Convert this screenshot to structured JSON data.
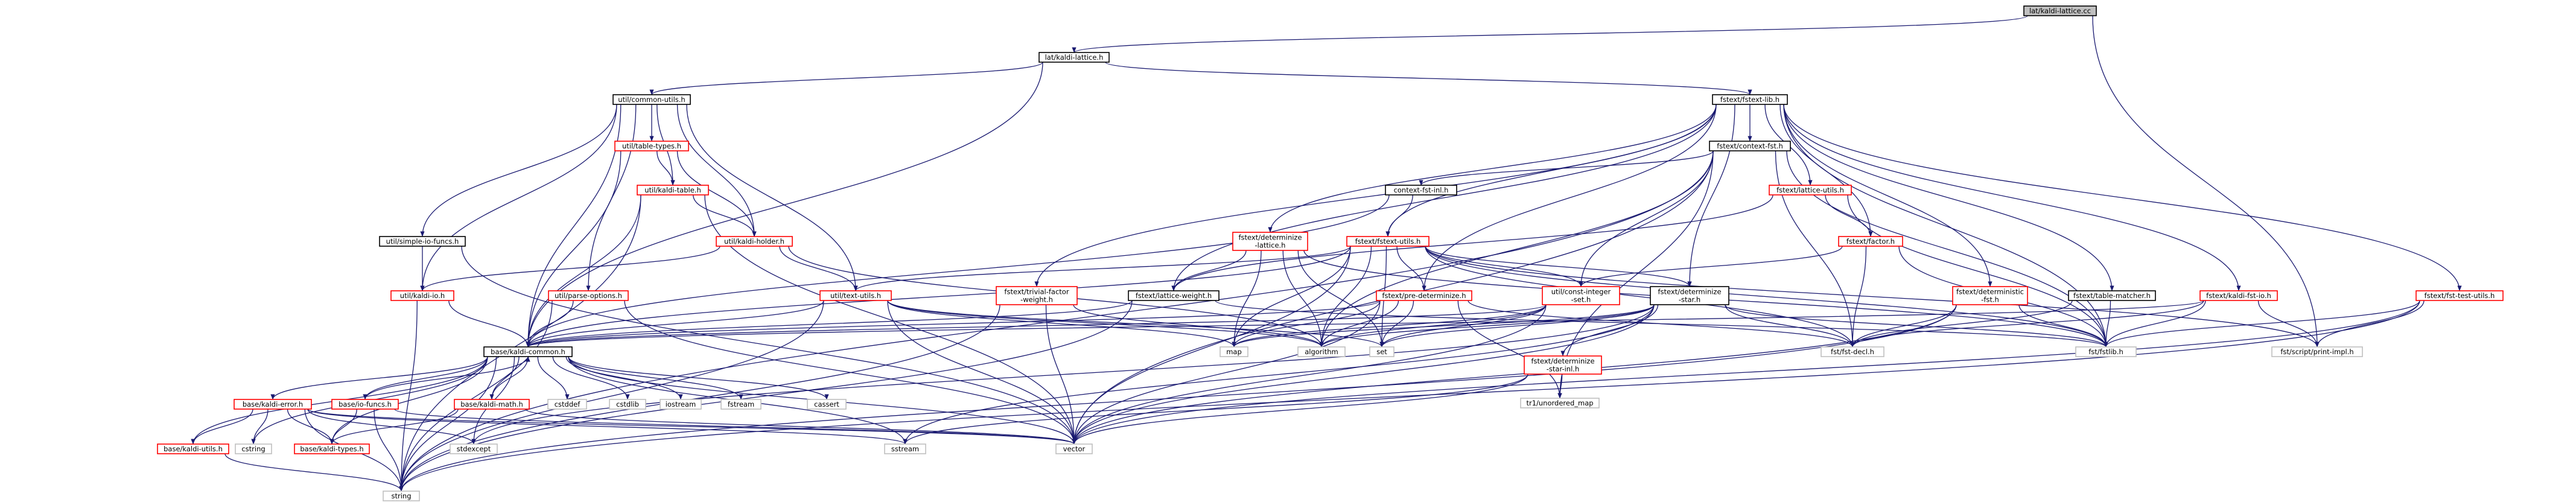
{
  "root_file": "lat/kaldi-lattice.cc",
  "colors": {
    "edge": "#191970",
    "box_default": "#000000",
    "box_linked": "#ff0000",
    "box_external": "#bfbfbf",
    "root_fill": "#bfbfbf",
    "text_default": "#000000",
    "text_external": "#555555"
  },
  "nodes": [
    {
      "id": "root",
      "label": "lat/kaldi-lattice.cc",
      "kind": "root"
    },
    {
      "id": "lat_h",
      "label": "lat/kaldi-lattice.h",
      "kind": "doc"
    },
    {
      "id": "common_utils",
      "label": "util/common-utils.h",
      "kind": "doc"
    },
    {
      "id": "fstext_lib",
      "label": "fstext/fstext-lib.h",
      "kind": "doc"
    },
    {
      "id": "table_types",
      "label": "util/table-types.h",
      "kind": "link"
    },
    {
      "id": "context_fst",
      "label": "fstext/context-fst.h",
      "kind": "doc"
    },
    {
      "id": "kaldi_table",
      "label": "util/kaldi-table.h",
      "kind": "link"
    },
    {
      "id": "context_fst_inl",
      "label": "context-fst-inl.h",
      "kind": "doc"
    },
    {
      "id": "lattice_utils",
      "label": "fstext/lattice-utils.h",
      "kind": "link"
    },
    {
      "id": "simple_io",
      "label": "util/simple-io-funcs.h",
      "kind": "doc"
    },
    {
      "id": "kaldi_holder",
      "label": "util/kaldi-holder.h",
      "kind": "link"
    },
    {
      "id": "determinize_lattice",
      "label": "fstext/determinize\n-lattice.h",
      "kind": "link"
    },
    {
      "id": "fstext_utils",
      "label": "fstext/fstext-utils.h",
      "kind": "link"
    },
    {
      "id": "factor",
      "label": "fstext/factor.h",
      "kind": "link"
    },
    {
      "id": "kaldi_io",
      "label": "util/kaldi-io.h",
      "kind": "link"
    },
    {
      "id": "parse_options",
      "label": "util/parse-options.h",
      "kind": "link"
    },
    {
      "id": "text_utils",
      "label": "util/text-utils.h",
      "kind": "link"
    },
    {
      "id": "trivial_factor",
      "label": "fstext/trivial-factor\n-weight.h",
      "kind": "link"
    },
    {
      "id": "lattice_weight",
      "label": "fstext/lattice-weight.h",
      "kind": "doc"
    },
    {
      "id": "pre_determinize",
      "label": "fstext/pre-determinize.h",
      "kind": "link"
    },
    {
      "id": "const_integer_set",
      "label": "util/const-integer\n-set.h",
      "kind": "link"
    },
    {
      "id": "determinize_star",
      "label": "fstext/determinize\n-star.h",
      "kind": "doc"
    },
    {
      "id": "deterministic_fst",
      "label": "fstext/deterministic\n-fst.h",
      "kind": "link"
    },
    {
      "id": "table_matcher",
      "label": "fstext/table-matcher.h",
      "kind": "doc"
    },
    {
      "id": "kaldi_fst_io",
      "label": "fstext/kaldi-fst-io.h",
      "kind": "link"
    },
    {
      "id": "fst_test_utils",
      "label": "fstext/fst-test-utils.h",
      "kind": "link"
    },
    {
      "id": "kaldi_common",
      "label": "base/kaldi-common.h",
      "kind": "doc"
    },
    {
      "id": "determinize_star_inl",
      "label": "fstext/determinize\n-star-inl.h",
      "kind": "link"
    },
    {
      "id": "map",
      "label": "map",
      "kind": "ext"
    },
    {
      "id": "algorithm",
      "label": "algorithm",
      "kind": "ext"
    },
    {
      "id": "set",
      "label": "set",
      "kind": "ext"
    },
    {
      "id": "fst_decl",
      "label": "fst/fst-decl.h",
      "kind": "ext"
    },
    {
      "id": "fstlib",
      "label": "fst/fstlib.h",
      "kind": "ext"
    },
    {
      "id": "script_print",
      "label": "fst/script/print-impl.h",
      "kind": "ext"
    },
    {
      "id": "kaldi_error",
      "label": "base/kaldi-error.h",
      "kind": "link"
    },
    {
      "id": "io_funcs",
      "label": "base/io-funcs.h",
      "kind": "link"
    },
    {
      "id": "kaldi_math",
      "label": "base/kaldi-math.h",
      "kind": "link"
    },
    {
      "id": "cstddef",
      "label": "cstddef",
      "kind": "ext"
    },
    {
      "id": "cstdlib",
      "label": "cstdlib",
      "kind": "ext"
    },
    {
      "id": "iostream",
      "label": "iostream",
      "kind": "ext"
    },
    {
      "id": "fstream",
      "label": "fstream",
      "kind": "ext"
    },
    {
      "id": "cassert",
      "label": "cassert",
      "kind": "ext"
    },
    {
      "id": "unordered_map",
      "label": "tr1/unordered_map",
      "kind": "ext"
    },
    {
      "id": "kaldi_utils",
      "label": "base/kaldi-utils.h",
      "kind": "link"
    },
    {
      "id": "cstring",
      "label": "cstring",
      "kind": "ext"
    },
    {
      "id": "kaldi_types",
      "label": "base/kaldi-types.h",
      "kind": "link"
    },
    {
      "id": "stdexcept",
      "label": "stdexcept",
      "kind": "ext"
    },
    {
      "id": "sstream",
      "label": "sstream",
      "kind": "ext"
    },
    {
      "id": "vector",
      "label": "vector",
      "kind": "ext"
    },
    {
      "id": "string",
      "label": "string",
      "kind": "ext"
    }
  ],
  "edges": [
    [
      "root",
      "lat_h"
    ],
    [
      "root",
      "script_print"
    ],
    [
      "lat_h",
      "common_utils"
    ],
    [
      "lat_h",
      "fstext_lib"
    ],
    [
      "lat_h",
      "kaldi_common"
    ],
    [
      "common_utils",
      "table_types"
    ],
    [
      "common_utils",
      "kaldi_table"
    ],
    [
      "common_utils",
      "kaldi_holder"
    ],
    [
      "common_utils",
      "simple_io"
    ],
    [
      "common_utils",
      "kaldi_io"
    ],
    [
      "common_utils",
      "parse_options"
    ],
    [
      "common_utils",
      "text_utils"
    ],
    [
      "common_utils",
      "kaldi_common"
    ],
    [
      "table_types",
      "kaldi_table"
    ],
    [
      "table_types",
      "kaldi_holder"
    ],
    [
      "table_types",
      "kaldi_common"
    ],
    [
      "kaldi_table",
      "kaldi_holder"
    ],
    [
      "kaldi_table",
      "kaldi_common"
    ],
    [
      "kaldi_table",
      "string"
    ],
    [
      "kaldi_table",
      "vector"
    ],
    [
      "kaldi_holder",
      "kaldi_io"
    ],
    [
      "kaldi_holder",
      "text_utils"
    ],
    [
      "kaldi_holder",
      "algorithm"
    ],
    [
      "simple_io",
      "kaldi_io"
    ],
    [
      "simple_io",
      "vector"
    ],
    [
      "kaldi_io",
      "kaldi_common"
    ],
    [
      "kaldi_io",
      "string"
    ],
    [
      "parse_options",
      "kaldi_common"
    ],
    [
      "parse_options",
      "vector"
    ],
    [
      "parse_options",
      "string"
    ],
    [
      "text_utils",
      "kaldi_common"
    ],
    [
      "text_utils",
      "algorithm"
    ],
    [
      "text_utils",
      "map"
    ],
    [
      "text_utils",
      "set"
    ],
    [
      "text_utils",
      "string"
    ],
    [
      "text_utils",
      "vector"
    ],
    [
      "fstext_lib",
      "context_fst"
    ],
    [
      "fstext_lib",
      "fstext_utils"
    ],
    [
      "fstext_lib",
      "determinize_lattice"
    ],
    [
      "fstext_lib",
      "lattice_utils"
    ],
    [
      "fstext_lib",
      "factor"
    ],
    [
      "fstext_lib",
      "pre_determinize"
    ],
    [
      "fstext_lib",
      "determinize_star"
    ],
    [
      "fstext_lib",
      "deterministic_fst"
    ],
    [
      "fstext_lib",
      "table_matcher"
    ],
    [
      "fstext_lib",
      "kaldi_fst_io"
    ],
    [
      "fstext_lib",
      "fst_test_utils"
    ],
    [
      "fstext_lib",
      "trivial_factor"
    ],
    [
      "fstext_lib",
      "lattice_weight"
    ],
    [
      "fstext_lib",
      "fstlib"
    ],
    [
      "context_fst",
      "context_fst_inl"
    ],
    [
      "context_fst",
      "const_integer_set"
    ],
    [
      "context_fst",
      "fst_decl"
    ],
    [
      "context_fst",
      "algorithm"
    ],
    [
      "context_fst",
      "string"
    ],
    [
      "context_fst",
      "vector"
    ],
    [
      "context_fst",
      "unordered_map"
    ],
    [
      "context_fst",
      "fstlib"
    ],
    [
      "context_fst_inl",
      "fstext_utils"
    ],
    [
      "context_fst_inl",
      "kaldi_common"
    ],
    [
      "lattice_utils",
      "factor"
    ],
    [
      "lattice_utils",
      "lattice_weight"
    ],
    [
      "lattice_utils",
      "fstlib"
    ],
    [
      "determinize_lattice",
      "lattice_weight"
    ],
    [
      "determinize_lattice",
      "map"
    ],
    [
      "determinize_lattice",
      "set"
    ],
    [
      "determinize_lattice",
      "algorithm"
    ],
    [
      "determinize_lattice",
      "fstlib"
    ],
    [
      "fstext_utils",
      "text_utils"
    ],
    [
      "fstext_utils",
      "kaldi_common"
    ],
    [
      "fstext_utils",
      "map"
    ],
    [
      "fstext_utils",
      "algorithm"
    ],
    [
      "fstext_utils",
      "set"
    ],
    [
      "fstext_utils",
      "vector"
    ],
    [
      "fstext_utils",
      "fst_decl"
    ],
    [
      "fstext_utils",
      "fstlib"
    ],
    [
      "fstext_utils",
      "script_print"
    ],
    [
      "fstext_utils",
      "determinize_star"
    ],
    [
      "fstext_utils",
      "const_integer_set"
    ],
    [
      "fstext_utils",
      "pre_determinize"
    ],
    [
      "factor",
      "const_integer_set"
    ],
    [
      "factor",
      "fst_decl"
    ],
    [
      "factor",
      "fstlib"
    ],
    [
      "trivial_factor",
      "algorithm"
    ],
    [
      "trivial_factor",
      "vector"
    ],
    [
      "trivial_factor",
      "string"
    ],
    [
      "lattice_weight",
      "kaldi_common"
    ],
    [
      "lattice_weight",
      "fstlib"
    ],
    [
      "lattice_weight",
      "string"
    ],
    [
      "pre_determinize",
      "kaldi_common"
    ],
    [
      "pre_determinize",
      "map"
    ],
    [
      "pre_determinize",
      "set"
    ],
    [
      "pre_determinize",
      "algorithm"
    ],
    [
      "pre_determinize",
      "fst_decl"
    ],
    [
      "pre_determinize",
      "vector"
    ],
    [
      "pre_determinize",
      "unordered_map"
    ],
    [
      "const_integer_set",
      "kaldi_common"
    ],
    [
      "const_integer_set",
      "map"
    ],
    [
      "const_integer_set",
      "set"
    ],
    [
      "const_integer_set",
      "algorithm"
    ],
    [
      "const_integer_set",
      "vector"
    ],
    [
      "determinize_star",
      "determinize_star_inl"
    ],
    [
      "determinize_star",
      "fstlib"
    ],
    [
      "determinize_star",
      "fst_decl"
    ],
    [
      "determinize_star",
      "map"
    ],
    [
      "determinize_star",
      "set"
    ],
    [
      "determinize_star",
      "algorithm"
    ],
    [
      "determinize_star",
      "vector"
    ],
    [
      "determinize_star",
      "sstream"
    ],
    [
      "determinize_star",
      "stdexcept"
    ],
    [
      "determinize_star_inl",
      "unordered_map"
    ],
    [
      "determinize_star_inl",
      "vector"
    ],
    [
      "determinize_star_inl",
      "sstream"
    ],
    [
      "deterministic_fst",
      "fst_decl"
    ],
    [
      "deterministic_fst",
      "fstlib"
    ],
    [
      "deterministic_fst",
      "vector"
    ],
    [
      "deterministic_fst",
      "string"
    ],
    [
      "table_matcher",
      "fstlib"
    ],
    [
      "table_matcher",
      "fst_decl"
    ],
    [
      "kaldi_fst_io",
      "fstlib"
    ],
    [
      "kaldi_fst_io",
      "script_print"
    ],
    [
      "kaldi_fst_io",
      "kaldi_common"
    ],
    [
      "kaldi_fst_io",
      "fst_decl"
    ],
    [
      "fst_test_utils",
      "fstlib"
    ],
    [
      "fst_test_utils",
      "script_print"
    ],
    [
      "fst_test_utils",
      "vector"
    ],
    [
      "fst_test_utils",
      "string"
    ],
    [
      "kaldi_common",
      "kaldi_error"
    ],
    [
      "kaldi_common",
      "io_funcs"
    ],
    [
      "kaldi_common",
      "kaldi_math"
    ],
    [
      "kaldi_common",
      "kaldi_utils"
    ],
    [
      "kaldi_common",
      "kaldi_types"
    ],
    [
      "kaldi_common",
      "cstddef"
    ],
    [
      "kaldi_common",
      "cstdlib"
    ],
    [
      "kaldi_common",
      "iostream"
    ],
    [
      "kaldi_common",
      "fstream"
    ],
    [
      "kaldi_common",
      "cassert"
    ],
    [
      "kaldi_common",
      "cstring"
    ],
    [
      "kaldi_common",
      "sstream"
    ],
    [
      "kaldi_common",
      "stdexcept"
    ],
    [
      "kaldi_common",
      "vector"
    ],
    [
      "kaldi_common",
      "string"
    ],
    [
      "kaldi_error",
      "kaldi_types"
    ],
    [
      "kaldi_error",
      "kaldi_utils"
    ],
    [
      "kaldi_error",
      "cstring"
    ],
    [
      "kaldi_error",
      "sstream"
    ],
    [
      "kaldi_error",
      "string"
    ],
    [
      "kaldi_error",
      "vector"
    ],
    [
      "kaldi_error",
      "stdexcept"
    ],
    [
      "io_funcs",
      "kaldi_common"
    ],
    [
      "io_funcs",
      "string"
    ],
    [
      "io_funcs",
      "vector"
    ],
    [
      "io_funcs",
      "kaldi_types"
    ],
    [
      "kaldi_math",
      "kaldi_types"
    ],
    [
      "kaldi_math",
      "kaldi_common"
    ],
    [
      "kaldi_math",
      "vector"
    ],
    [
      "kaldi_utils",
      "string"
    ]
  ]
}
